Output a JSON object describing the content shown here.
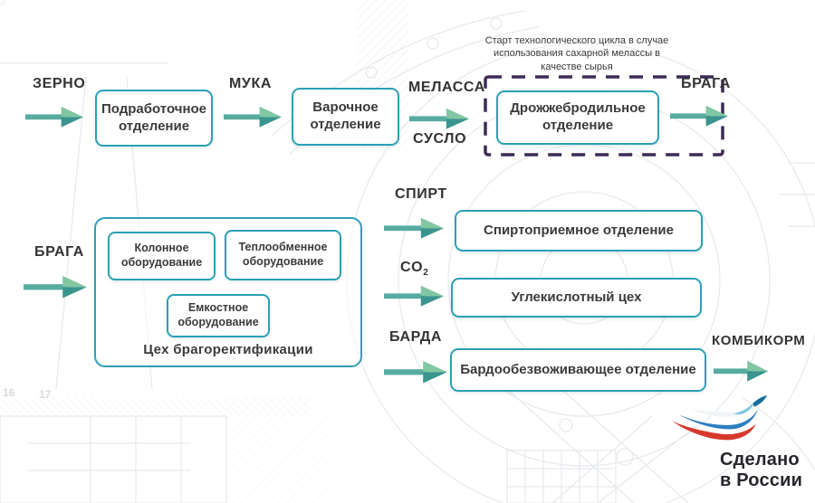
{
  "colors": {
    "box_border": "#2ba0b5",
    "text_dark": "#3a3a3a",
    "arrow_shaft": "#57aba1",
    "arrow_head_light": "#81c7a2",
    "arrow_head_dark": "#3a958e",
    "dashed_zone_border": "#3d2b56",
    "logo_red": "#d6392b",
    "logo_blue": "#2e7fc0",
    "logo_light_blue": "#7ec5e2",
    "logo_beak": "#156f99",
    "logo_text": "#26262c"
  },
  "icons": {
    "flow_arrow": "two-tone teal right arrow",
    "logo_bird": "stylized bird in Russian flag colors"
  },
  "row1": {
    "zerno": "ЗЕРНО",
    "podrabotochnoe": "Подработочное отделение",
    "muka": "МУКА",
    "varochnoe": "Варочное отделение",
    "melassa": "МЕЛАССА",
    "suslo": "СУСЛО",
    "note": "Старт технологического цикла в случае использования сахарной мелассы в качестве сырья",
    "drozhzhebrodilnoe": "Дрожжебродильное отделение",
    "braga": "БРАГА"
  },
  "row2": {
    "braga": "БРАГА",
    "group_title": "Цех брагоректификации",
    "kolonnoe": "Колонное оборудование",
    "teploobmennoe": "Теплообменное оборудование",
    "emkostnoe": "Емкостное оборудование"
  },
  "row3": {
    "spirt": "СПИРТ",
    "spirtopriemnoe": "Спиртоприемное отделение",
    "co2_base": "CO",
    "co2_sub": "2",
    "uglekislotny": "Углекислотный цех",
    "barda": "БАРДА",
    "bardoobezvozhivayushchee": "Бардообезвоживающее отделение",
    "kombikorm": "КОМБИКОРМ"
  },
  "logo": {
    "line1": "Сделано",
    "line2": "в России"
  },
  "background": {
    "watermark_numbers": [
      "16",
      "17"
    ]
  }
}
